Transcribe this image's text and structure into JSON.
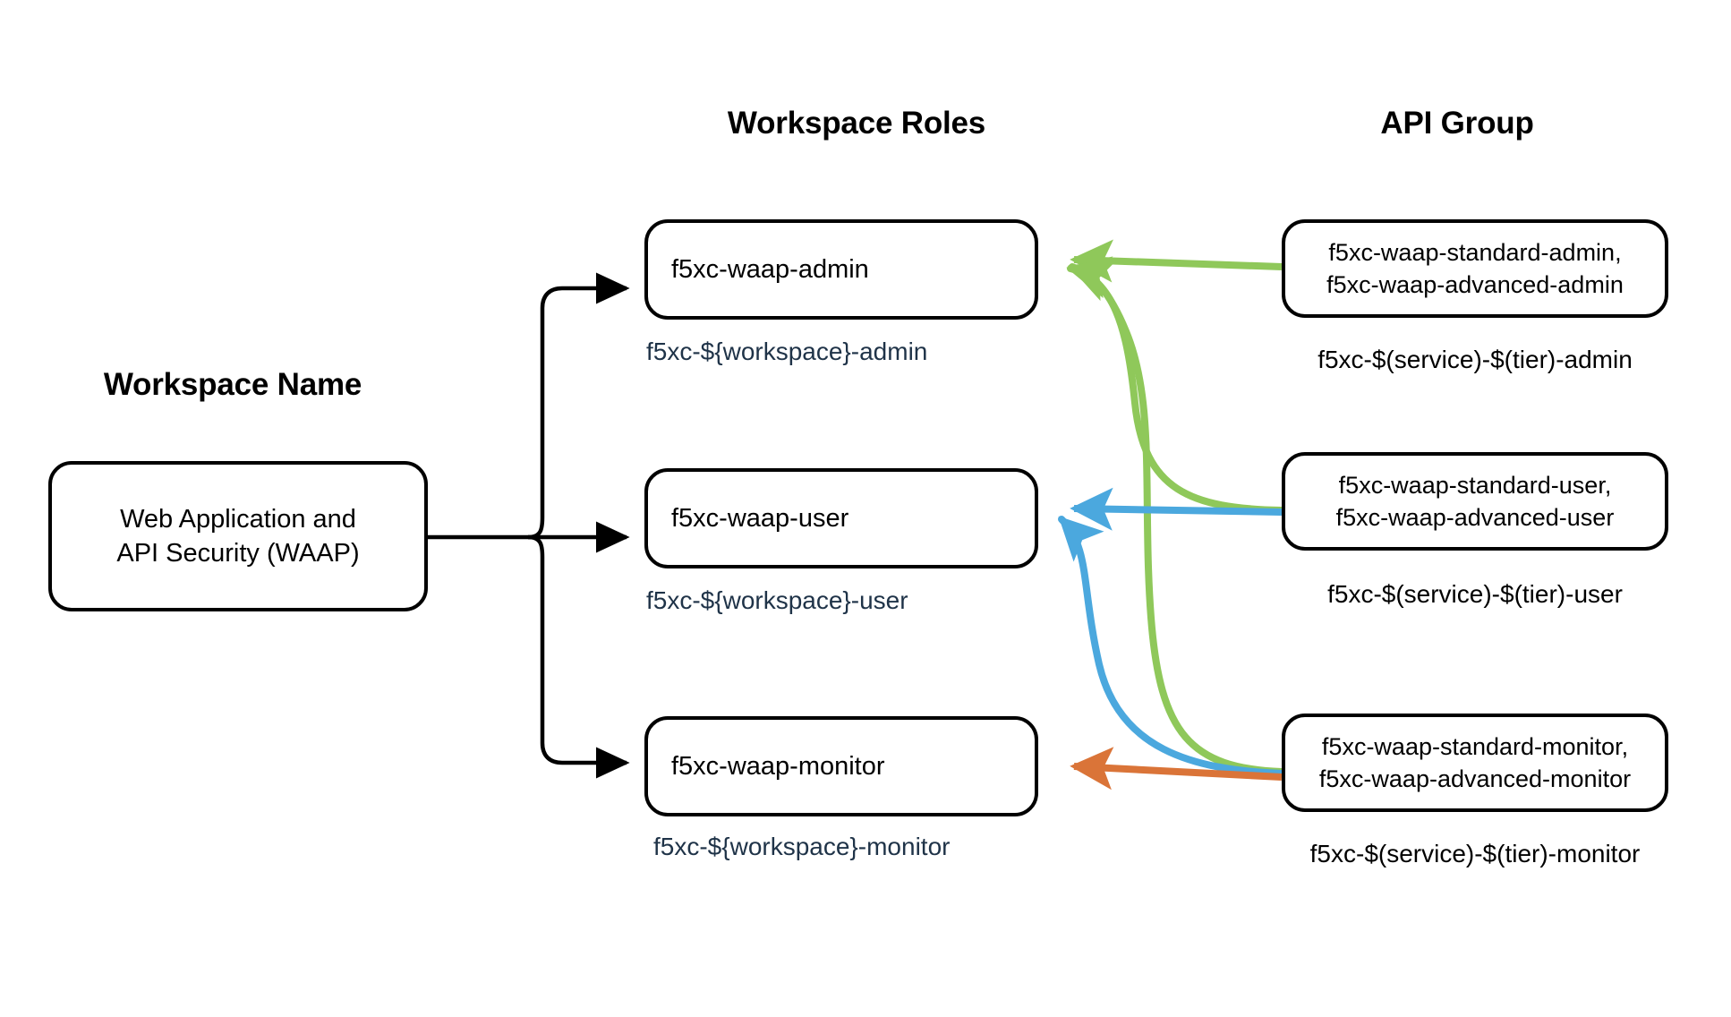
{
  "headings": {
    "workspace_name": "Workspace Name",
    "workspace_roles": "Workspace Roles",
    "api_group": "API Group"
  },
  "colors": {
    "node_border": "#000000",
    "node_fill": "#ffffff",
    "caption_blue": "#1F3348",
    "arrow_black": "#000000",
    "arrow_green": "#8FC85A",
    "arrow_blue": "#4BA8DE",
    "arrow_orange": "#DA7438"
  },
  "workspace": {
    "line1": "Web Application and",
    "line2": "API Security (WAAP)"
  },
  "roles": [
    {
      "label": "f5xc-waap-admin",
      "caption": "f5xc-${workspace}-admin"
    },
    {
      "label": "f5xc-waap-user",
      "caption": "f5xc-${workspace}-user"
    },
    {
      "label": "f5xc-waap-monitor",
      "caption": "f5xc-${workspace}-monitor"
    }
  ],
  "api_groups": [
    {
      "line1": "f5xc-waap-standard-admin,",
      "line2": "f5xc-waap-advanced-admin",
      "caption": "f5xc-$(service)-$(tier)-admin"
    },
    {
      "line1": "f5xc-waap-standard-user,",
      "line2": "f5xc-waap-advanced-user",
      "caption": "f5xc-$(service)-$(tier)-user"
    },
    {
      "line1": "f5xc-waap-standard-monitor,",
      "line2": "f5xc-waap-advanced-monitor",
      "caption": "f5xc-$(service)-$(tier)-monitor"
    }
  ],
  "connections": [
    {
      "from": "api-group-admin",
      "to": "role-admin",
      "color": "#8FC85A"
    },
    {
      "from": "api-group-user",
      "to": "role-admin",
      "color": "#8FC85A"
    },
    {
      "from": "api-group-monitor",
      "to": "role-admin",
      "color": "#8FC85A"
    },
    {
      "from": "api-group-user",
      "to": "role-user",
      "color": "#4BA8DE"
    },
    {
      "from": "api-group-monitor",
      "to": "role-user",
      "color": "#4BA8DE"
    },
    {
      "from": "api-group-monitor",
      "to": "role-monitor",
      "color": "#DA7438"
    },
    {
      "from": "workspace-waap",
      "to": "role-admin",
      "color": "#000000"
    },
    {
      "from": "workspace-waap",
      "to": "role-user",
      "color": "#000000"
    },
    {
      "from": "workspace-waap",
      "to": "role-monitor",
      "color": "#000000"
    }
  ]
}
